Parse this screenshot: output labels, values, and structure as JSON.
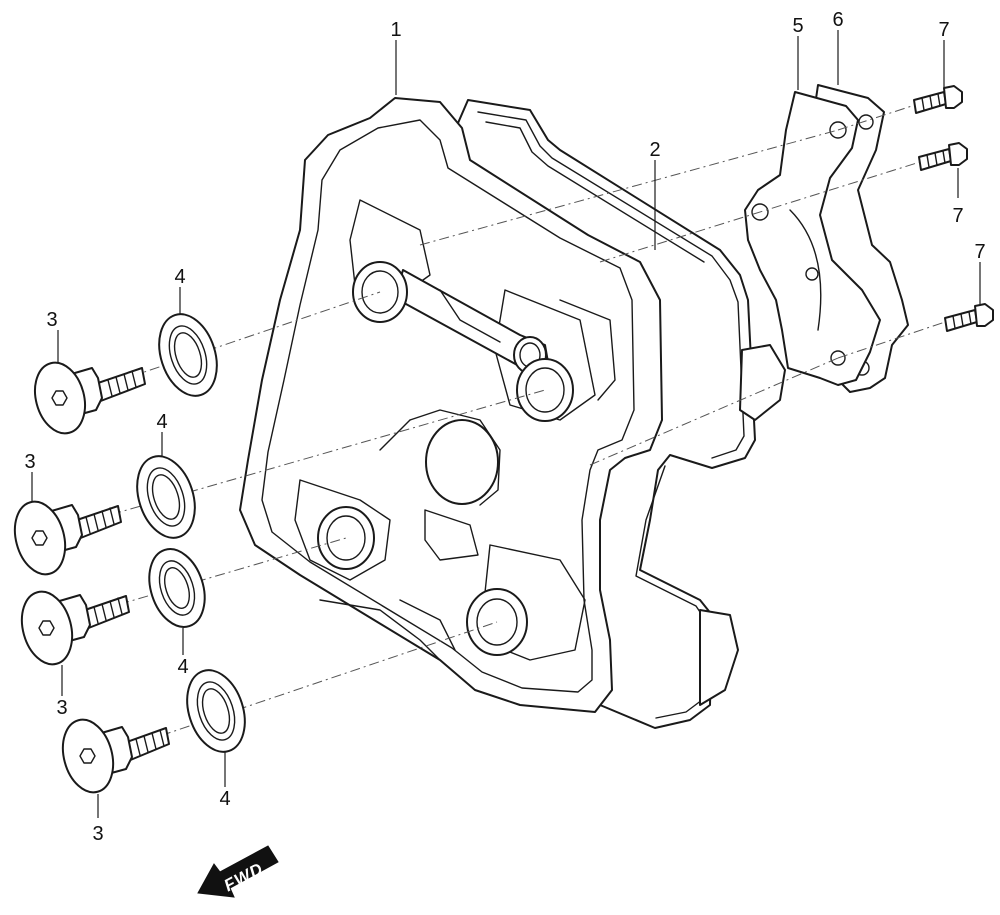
{
  "callouts": {
    "p1": "1",
    "p2": "2",
    "p3a": "3",
    "p3b": "3",
    "p3c": "3",
    "p3d": "3",
    "p4a": "4",
    "p4b": "4",
    "p4c": "4",
    "p4d": "4",
    "p5": "5",
    "p6": "6",
    "p7a": "7",
    "p7b": "7",
    "p7c": "7"
  },
  "direction": {
    "label": "FWD"
  }
}
